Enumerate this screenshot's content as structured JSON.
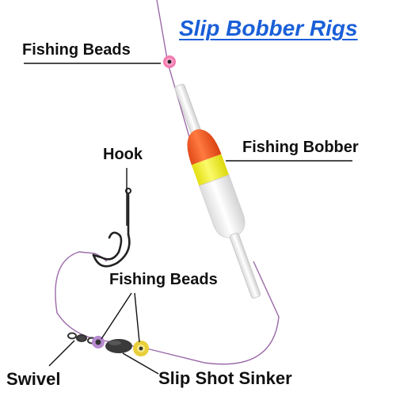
{
  "title": "Slip Bobber Rigs",
  "labels": {
    "fishing_beads_top": "Fishing Beads",
    "fishing_bobber": "Fishing Bobber",
    "hook": "Hook",
    "fishing_beads_bottom": "Fishing Beads",
    "swivel": "Swivel",
    "slip_shot_sinker": "Slip Shot Sinker"
  },
  "colors": {
    "title": "#1a5fd8",
    "line": "#9b6aa8",
    "bobber_top": "#f05a24",
    "bobber_band": "#f4f21a",
    "bobber_body": "#f4f4f4",
    "bead_pink": "#f27bb0",
    "bead_purple": "#b78ad0",
    "bead_yellow": "#e8cf3a",
    "sinker": "#3a3a3a"
  }
}
